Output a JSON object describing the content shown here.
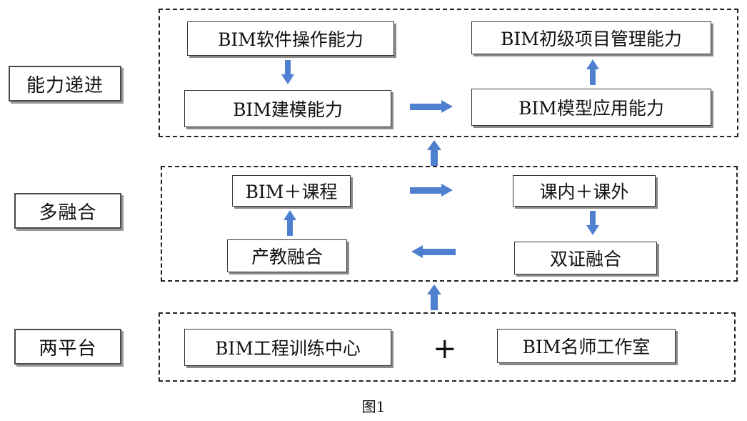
{
  "colors": {
    "arrow": "#4f7fcf",
    "border": "#333333",
    "shadow": "#8a8a8a"
  },
  "rows": {
    "ability": {
      "label": "能力递进",
      "nodes": {
        "software": "BIM软件操作能力",
        "modeling": "BIM建模能力",
        "application": "BIM模型应用能力",
        "management": "BIM初级项目管理能力"
      }
    },
    "fusion": {
      "label": "多融合",
      "nodes": {
        "bim_course": "BIM＋课程",
        "in_out_class": "课内＋课外",
        "dual_cert": "双证融合",
        "industry_edu": "产教融合"
      }
    },
    "platform": {
      "label": "两平台",
      "nodes": {
        "training_center": "BIM工程训练中心",
        "master_studio": "BIM名师工作室"
      },
      "plus": "+"
    }
  },
  "caption": "图1"
}
